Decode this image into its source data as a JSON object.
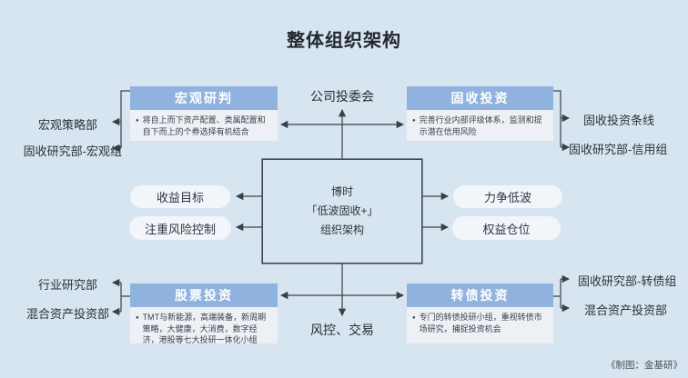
{
  "title": "整体组织架构",
  "credit": "《制图：金基研》",
  "colors": {
    "background": "#d7e5f1",
    "header_blue": "#8fb3de",
    "box_body": "#edf1f6",
    "pill_bg": "#f2f5f9",
    "line": "#39404a"
  },
  "bullet_glyph": "●",
  "top_node": "公司投委会",
  "bottom_node": "风控、交易",
  "center_box": {
    "line1": "博时",
    "line2": "「低波固收+」",
    "line3": "组织架构"
  },
  "boxes": {
    "macro_research": {
      "title": "宏观研判",
      "desc": "将自上而下资产配置、类属配置和自下而上的个券选择有机结合"
    },
    "fixed_income": {
      "title": "固收投资",
      "desc": "完善行业内部评级体系，监测和提示潜在信用风险"
    },
    "equity": {
      "title": "股票投资",
      "desc": "TMT与新能源，高端装备，新周期策略，大健康，大消费，数字经济，港股等七大投研一体化小组"
    },
    "convertible_bond": {
      "title": "转债投资",
      "desc": "专门的转债投研小组，重视转债市场研究，捕捉投资机会"
    }
  },
  "pills": {
    "left_top": "收益目标",
    "left_bottom": "注重风险控制",
    "right_top": "力争低波",
    "right_bottom": "权益仓位"
  },
  "side_labels": {
    "top_left_1": "宏观策略部",
    "top_left_2": "固收研究部-宏观组",
    "top_right_1": "固收投资条线",
    "top_right_2": "固收研究部-信用组",
    "bottom_left_1": "行业研究部",
    "bottom_left_2": "混合资产投资部",
    "bottom_right_1": "固收研究部-转债组",
    "bottom_right_2": "混合资产投资部"
  }
}
